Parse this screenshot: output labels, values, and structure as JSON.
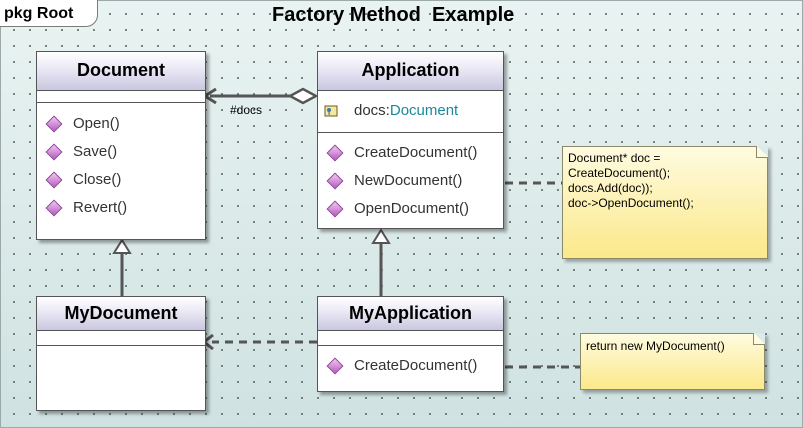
{
  "frame": {
    "tab_label": "pkg Root"
  },
  "title": "Factory Method  Example",
  "classes": {
    "document": {
      "name": "Document",
      "operations": [
        "Open()",
        "Save()",
        "Close()",
        "Revert()"
      ]
    },
    "application": {
      "name": "Application",
      "attribute": {
        "name": "docs:",
        "type": "Document"
      },
      "operations": [
        "CreateDocument()",
        "NewDocument()",
        "OpenDocument()"
      ]
    },
    "mydocument": {
      "name": "MyDocument"
    },
    "myapplication": {
      "name": "MyApplication",
      "operations": [
        "CreateDocument()"
      ]
    }
  },
  "association": {
    "label": "#docs"
  },
  "notes": {
    "newdocument": [
      "Document* doc =",
      "CreateDocument();",
      "docs.Add(doc));",
      "doc->OpenDocument();"
    ],
    "createdocument": [
      "return new MyDocument()"
    ]
  },
  "icons": {
    "operation": "operation-diamond-icon",
    "attribute": "protected-attribute-key-icon"
  },
  "colors": {
    "header_gradient_end": "#c9c7e0",
    "note_fill": "#fbe98a",
    "type_text": "#1a8a9a",
    "background": "#dcebea"
  }
}
